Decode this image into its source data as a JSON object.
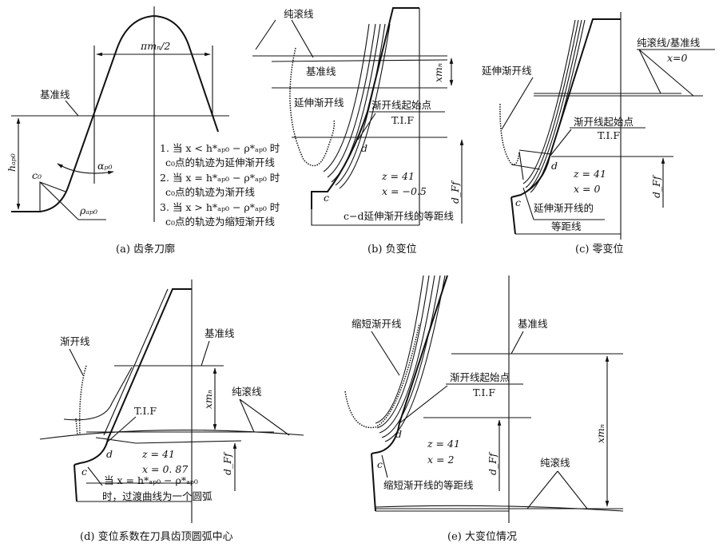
{
  "panel_a": {
    "caption": "(a) 齿条刀廓",
    "pitch_label": "πmₙ/2",
    "datum_line": "基准线",
    "h_label": "hₐₚ₀",
    "alpha_label": "αₚ₀",
    "rho_label": "ρₐₚ₀",
    "c0_label": "c₀",
    "notes": [
      "1. 当 x < h*ₐₚ₀ − ρ*ₐₚ₀ 时",
      "c₀点的轨迹为延伸渐开线",
      "2. 当 x = h*ₐₚ₀ − ρ*ₐₚ₀ 时",
      "c₀点的轨迹为渐开线",
      "3. 当 x > h*ₐₚ₀ − ρ*ₐₚ₀ 时",
      "c₀点的轨迹为缩短渐开线"
    ]
  },
  "panel_b": {
    "caption": "(b) 负变位",
    "rolling_line": "纯滚线",
    "datum_line": "基准线",
    "xmn": "xmₙ",
    "extended_involute": "延伸渐开线",
    "involute_start": "渐开线起始点",
    "tif": "T.I.F",
    "d": "d",
    "z": "z = 41",
    "x": "x = −0.5",
    "dff": "d_Ff",
    "c": "c",
    "offset_note": "c−d延伸渐开线的等距线"
  },
  "panel_c": {
    "caption": "(c) 零变位",
    "rolling_datum": "纯滚线/基准线",
    "x0": "x=0",
    "extended_involute": "延伸渐开线",
    "involute_start": "渐开线起始点",
    "tif": "T.I.F",
    "d": "d",
    "z": "z = 41",
    "x": "x = 0",
    "dff": "d_Ff",
    "c": "c",
    "offset_note_1": "延伸渐开线的",
    "offset_note_2": "等距线"
  },
  "panel_d": {
    "caption": "(d) 变位系数在刀具齿顶圆弧中心",
    "datum_line": "基准线",
    "involute": "渐开线",
    "rolling_line": "纯滚线",
    "tif": "T.I.F",
    "xmn": "xmₙ",
    "d": "d",
    "z": "z = 41",
    "x": "x = 0. 87",
    "dff": "d_Ff",
    "c": "c",
    "note_1": "当 x = h*ₐₚ₀ − ρ*ₐₚ₀",
    "note_2": "时，过渡曲线为一个圆弧"
  },
  "panel_e": {
    "caption": "(e) 大变位情况",
    "shortened_involute": "缩短渐开线",
    "datum_line": "基准线",
    "involute_start": "渐开线起始点",
    "tif": "T.I.F",
    "d": "d",
    "z": "z = 41",
    "x": "x = 2",
    "dff": "d_Ff",
    "xmn": "xmₙ",
    "c": "c",
    "offset_note": "缩短渐开线的等距线",
    "rolling_line": "纯滚线"
  }
}
